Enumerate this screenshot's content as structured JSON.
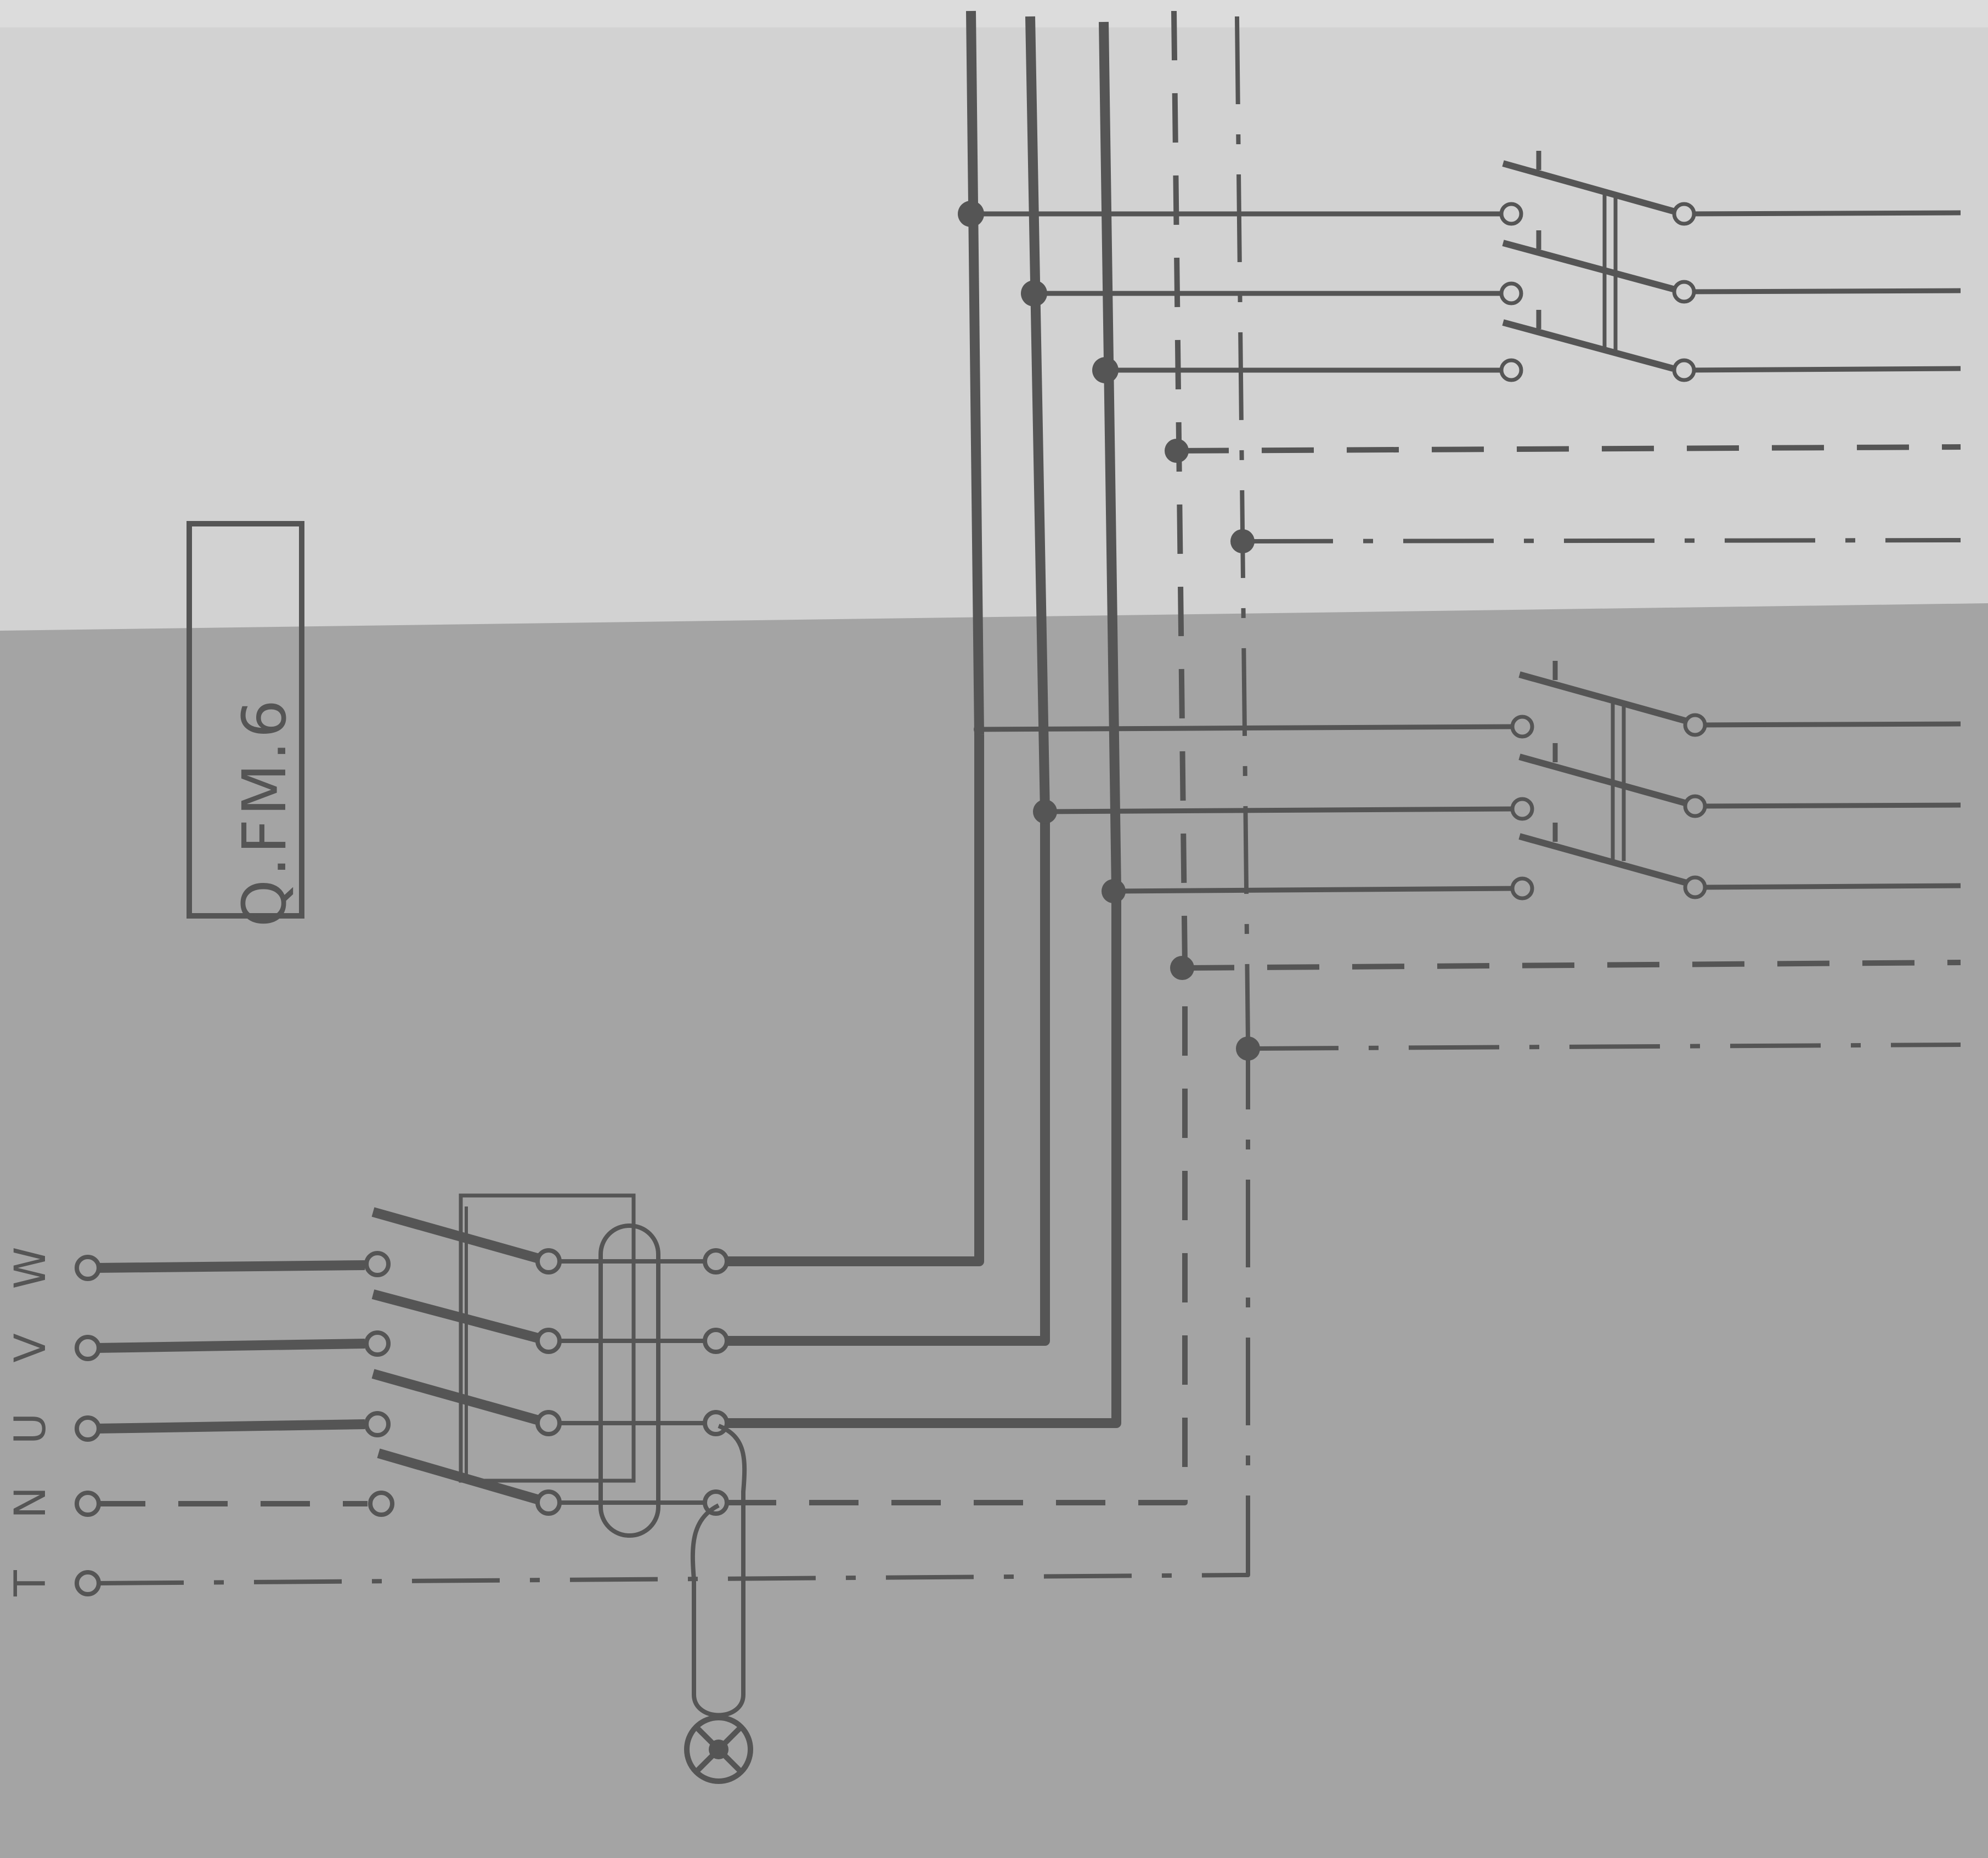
{
  "title_box": {
    "text": "Q.FM.6"
  },
  "terminals": [
    {
      "id": "W",
      "label": "W"
    },
    {
      "id": "V",
      "label": "V"
    },
    {
      "id": "U",
      "label": "U"
    },
    {
      "id": "N",
      "label": "N"
    },
    {
      "id": "T",
      "label": "T"
    }
  ],
  "colors": {
    "paper_light": "#d2d2d2",
    "paper_dark": "#a4a4a4",
    "ink": "#535353",
    "ink_light": "#6a6a6a"
  }
}
